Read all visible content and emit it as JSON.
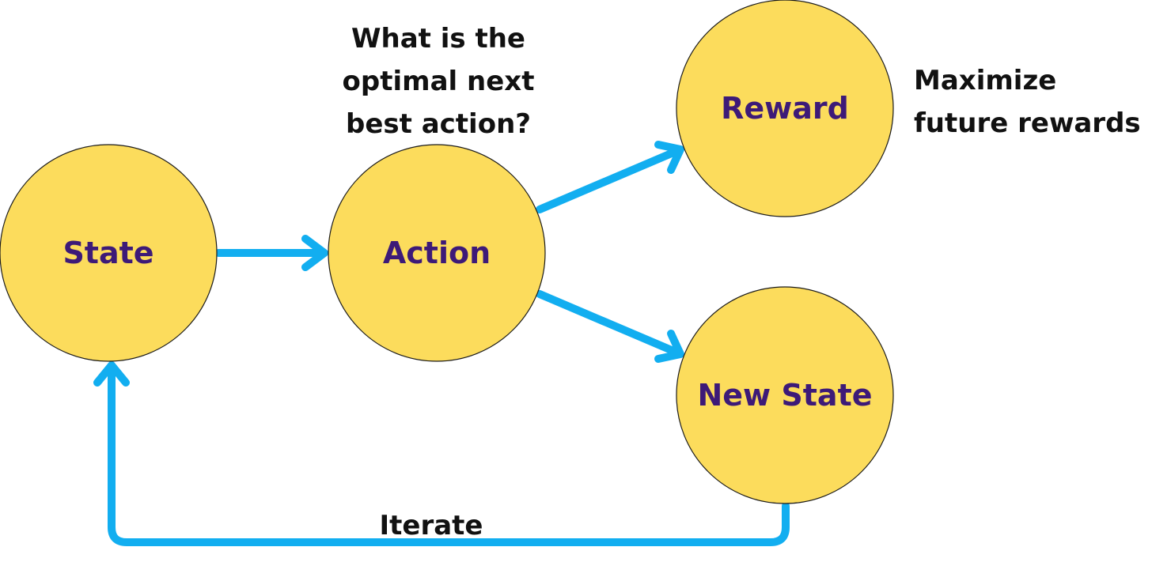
{
  "nodes": {
    "state": "State",
    "action": "Action",
    "reward": "Reward",
    "new_state": "New State"
  },
  "annotations": {
    "question": [
      "What is the",
      "optimal next",
      "best action?"
    ],
    "goal": [
      "Maximize",
      "future rewards"
    ],
    "loop": "Iterate"
  },
  "colors": {
    "node_fill": "#fcdc5c",
    "node_text": "#3d1a78",
    "arrow": "#12aef0",
    "note_text": "#111111"
  }
}
